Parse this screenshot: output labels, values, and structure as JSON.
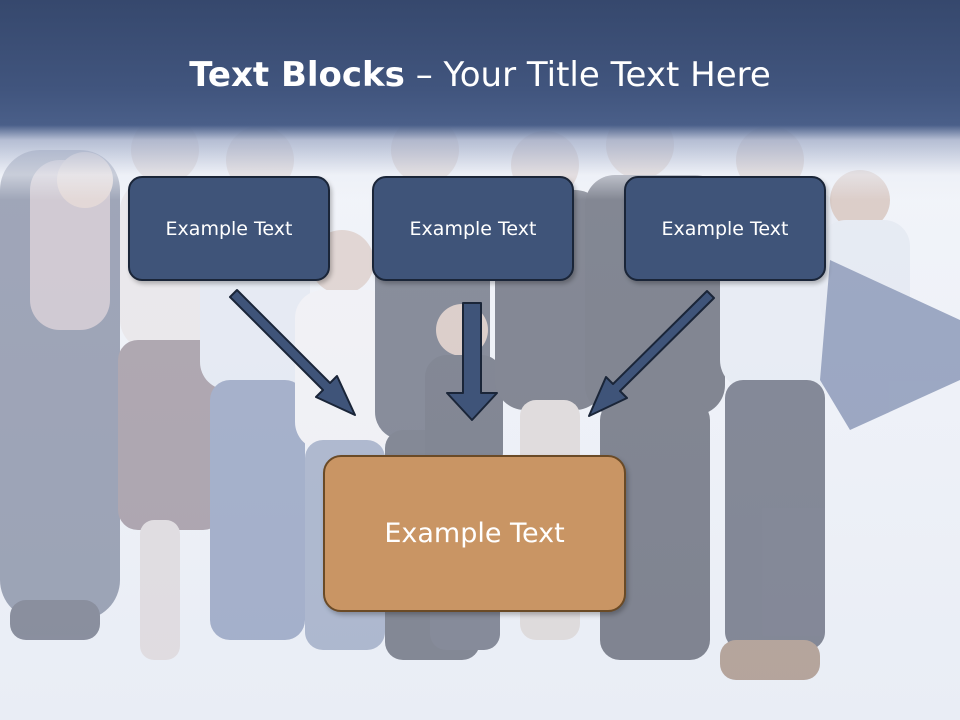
{
  "slide": {
    "title_bold": "Text Blocks",
    "title_rest": " – Your Title Text Here",
    "blocks": [
      {
        "text": "Example Text"
      },
      {
        "text": "Example Text"
      },
      {
        "text": "Example Text"
      }
    ],
    "main_block": {
      "text": "Example Text"
    }
  },
  "colors": {
    "header": "#41557e",
    "small_box_fill": "#3f5479",
    "small_box_border": "#1a2538",
    "main_box_fill": "#c99564",
    "main_box_border": "#6a4a26",
    "arrow_fill": "#3f5479"
  }
}
